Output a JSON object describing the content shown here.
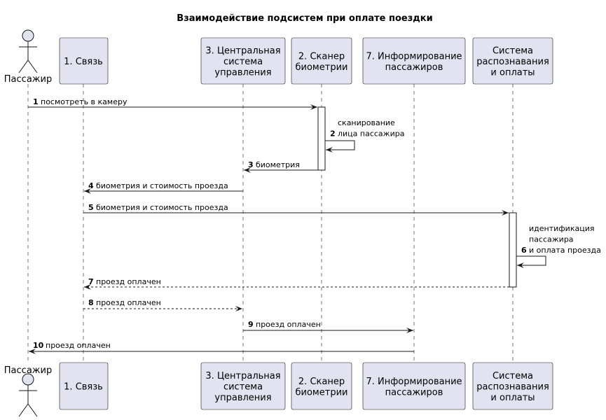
{
  "title": "Взаимодействие подсистем при оплате поездки",
  "participants": [
    {
      "id": "passenger",
      "type": "actor",
      "lines": [
        "Пассажир"
      ]
    },
    {
      "id": "svyaz",
      "type": "box",
      "lines": [
        "1. Связь"
      ]
    },
    {
      "id": "central",
      "type": "box",
      "lines": [
        "3. Центральная",
        "система",
        "управления"
      ]
    },
    {
      "id": "scanner",
      "type": "box",
      "lines": [
        "2. Сканер",
        "биометрии"
      ]
    },
    {
      "id": "inform",
      "type": "box",
      "lines": [
        "7. Информирование",
        "пассажиров"
      ]
    },
    {
      "id": "payment",
      "type": "box",
      "lines": [
        "Система",
        "распознавания",
        "и оплаты"
      ]
    }
  ],
  "messages": [
    {
      "num": "1",
      "from": "passenger",
      "to": "scanner",
      "lines": [
        "посмотреть в камеру"
      ],
      "style": "solid"
    },
    {
      "num": "2",
      "from": "scanner",
      "to": "scanner",
      "lines": [
        "сканирование",
        "лица пассажира"
      ],
      "style": "solid"
    },
    {
      "num": "3",
      "from": "scanner",
      "to": "central",
      "lines": [
        "биометрия"
      ],
      "style": "solid"
    },
    {
      "num": "4",
      "from": "central",
      "to": "svyaz",
      "lines": [
        "биометрия и стоимость проезда"
      ],
      "style": "solid"
    },
    {
      "num": "5",
      "from": "svyaz",
      "to": "payment",
      "lines": [
        "биометрия и стоимость проезда"
      ],
      "style": "solid"
    },
    {
      "num": "6",
      "from": "payment",
      "to": "payment",
      "lines": [
        "идентификация",
        "пассажира",
        "и оплата проезда"
      ],
      "style": "solid"
    },
    {
      "num": "7",
      "from": "payment",
      "to": "svyaz",
      "lines": [
        "проезд оплачен"
      ],
      "style": "dashed"
    },
    {
      "num": "8",
      "from": "svyaz",
      "to": "central",
      "lines": [
        "проезд оплачен"
      ],
      "style": "dashed"
    },
    {
      "num": "9",
      "from": "central",
      "to": "inform",
      "lines": [
        "проезд оплачен"
      ],
      "style": "solid"
    },
    {
      "num": "10",
      "from": "inform",
      "to": "passenger",
      "lines": [
        "проезд оплачен"
      ],
      "style": "solid"
    }
  ]
}
